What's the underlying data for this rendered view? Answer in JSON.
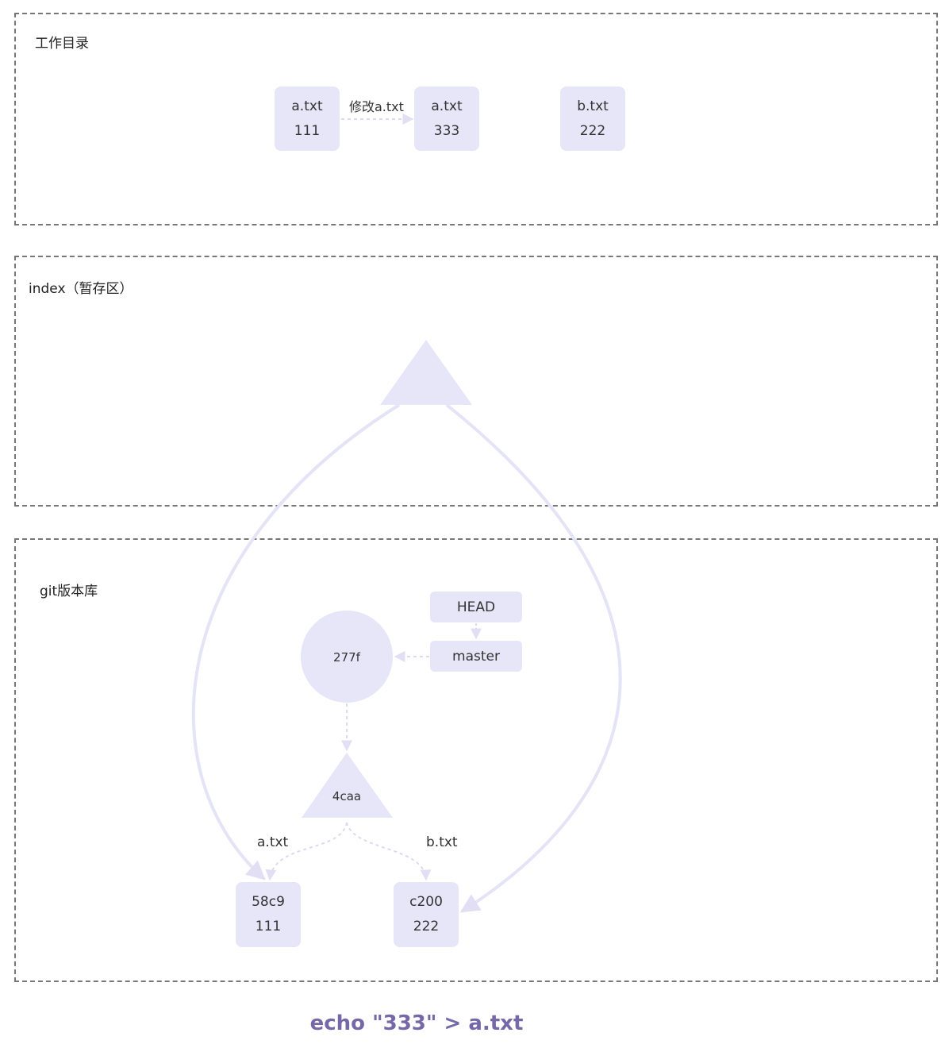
{
  "working_dir": {
    "label": "工作目录",
    "edge_label": "修改a.txt",
    "files": [
      {
        "name": "a.txt",
        "content": "111"
      },
      {
        "name": "a.txt",
        "content": "333"
      },
      {
        "name": "b.txt",
        "content": "222"
      }
    ]
  },
  "index": {
    "label": "index（暂存区）"
  },
  "repo": {
    "label": "git版本库",
    "head": "HEAD",
    "branch": "master",
    "commit": "277f",
    "tree": "4caa",
    "tree_edges": [
      "a.txt",
      "b.txt"
    ],
    "blobs": [
      {
        "id": "58c9",
        "content": "111"
      },
      {
        "id": "c200",
        "content": "222"
      }
    ]
  },
  "command": "echo \"333\" > a.txt",
  "colors": {
    "node_fill": "#e7e5f8",
    "zone_border": "#777777",
    "caption": "#7468a8"
  }
}
